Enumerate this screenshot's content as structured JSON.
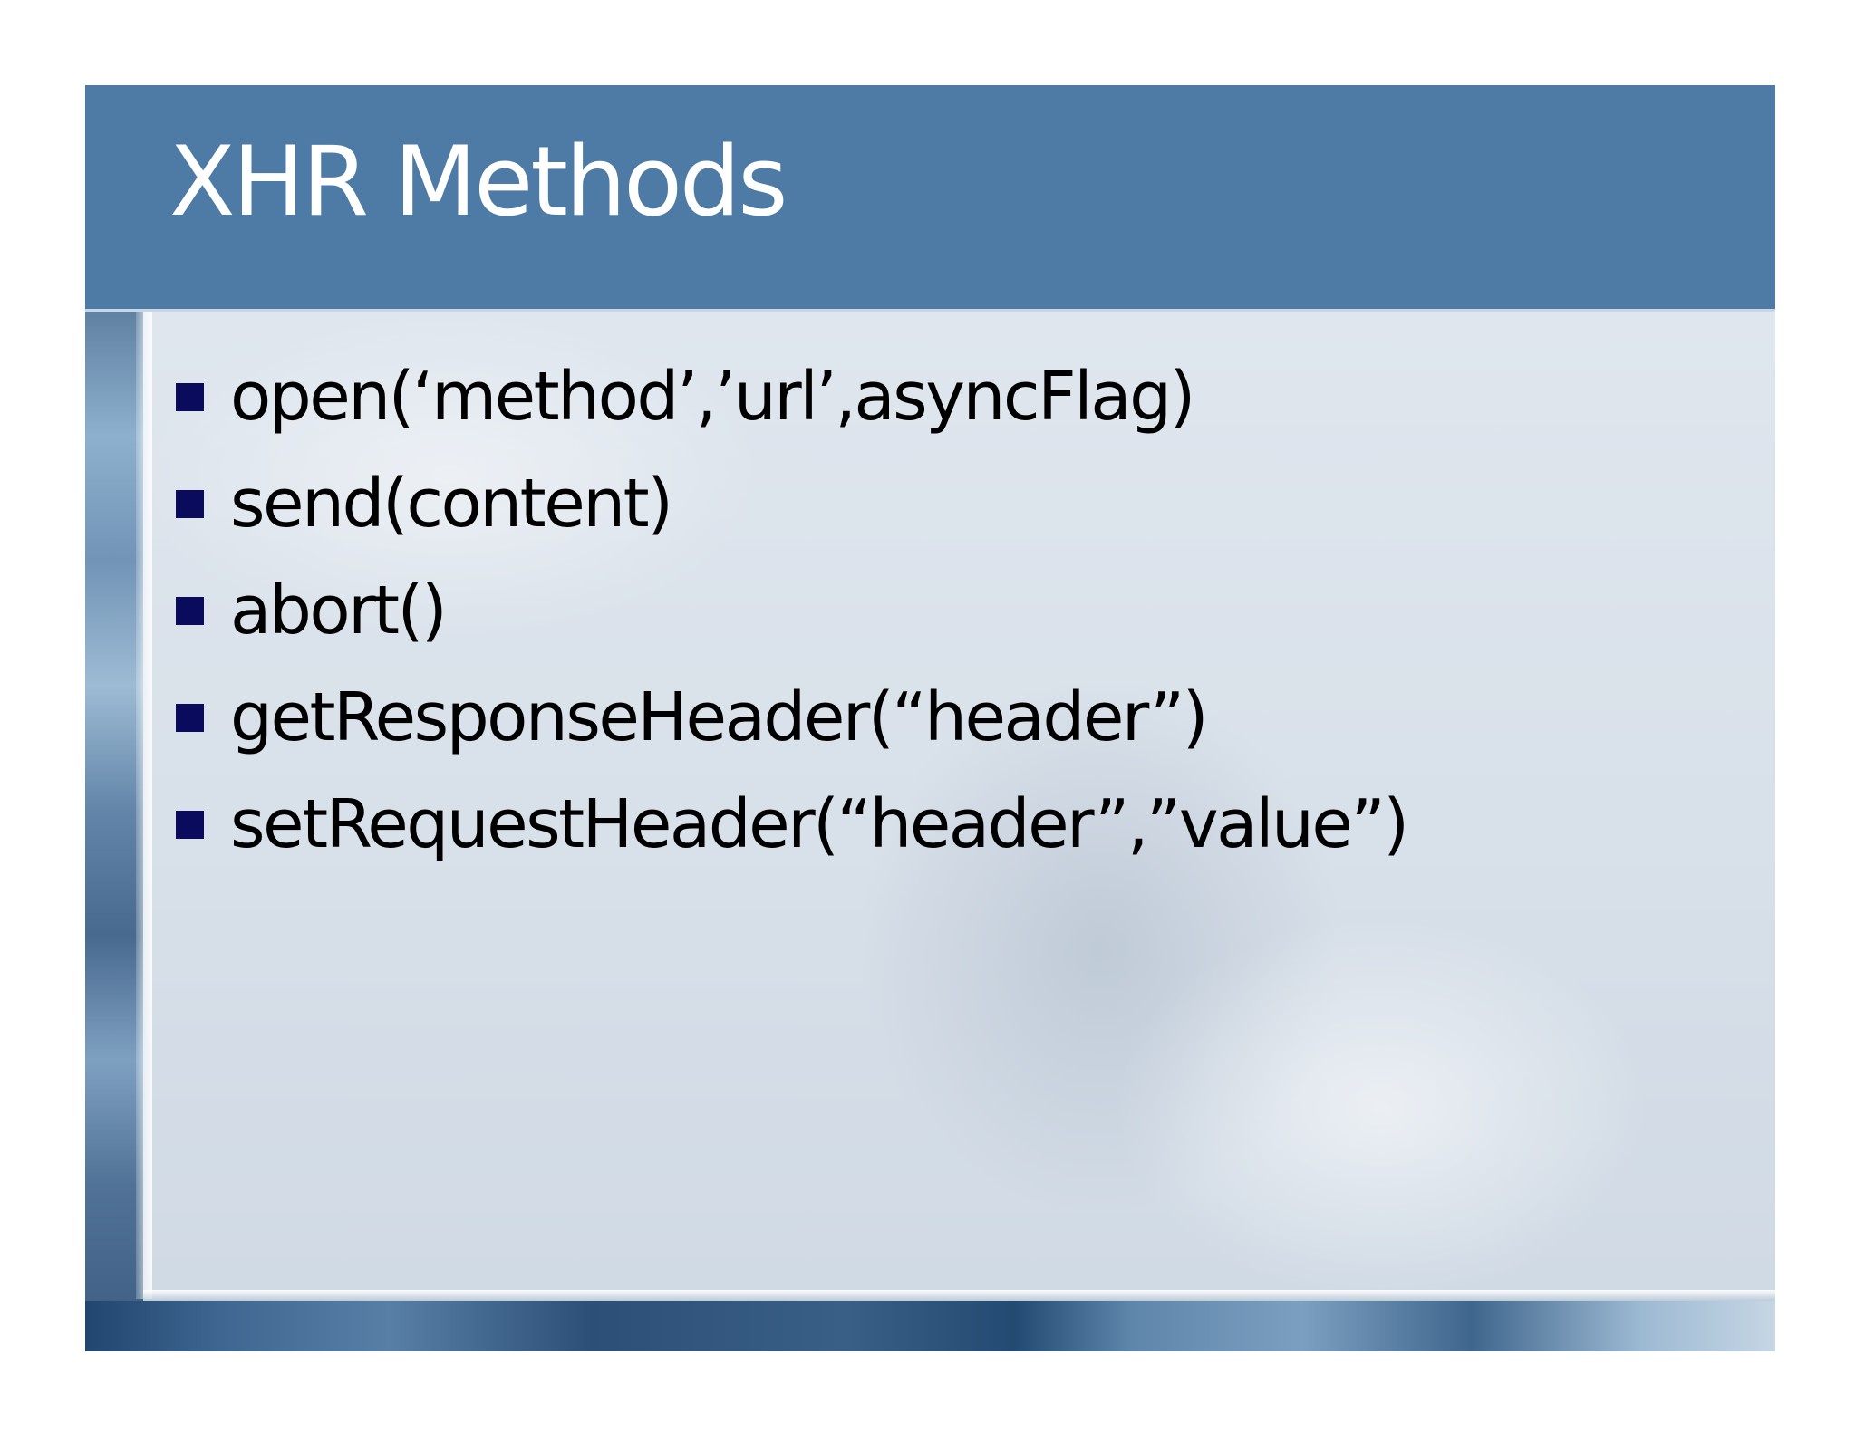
{
  "slide": {
    "title": "XHR Methods",
    "bullets": [
      "open(‘method’,’url’,asyncFlag)",
      "send(content)",
      "abort()",
      "getResponseHeader(“header”)",
      "setRequestHeader(“header”,”value”)"
    ],
    "colors": {
      "title_bar": "#4d7ba6",
      "title_text": "#ffffff",
      "bullet_marker": "#0b0b5e",
      "body_text": "#000000"
    }
  }
}
